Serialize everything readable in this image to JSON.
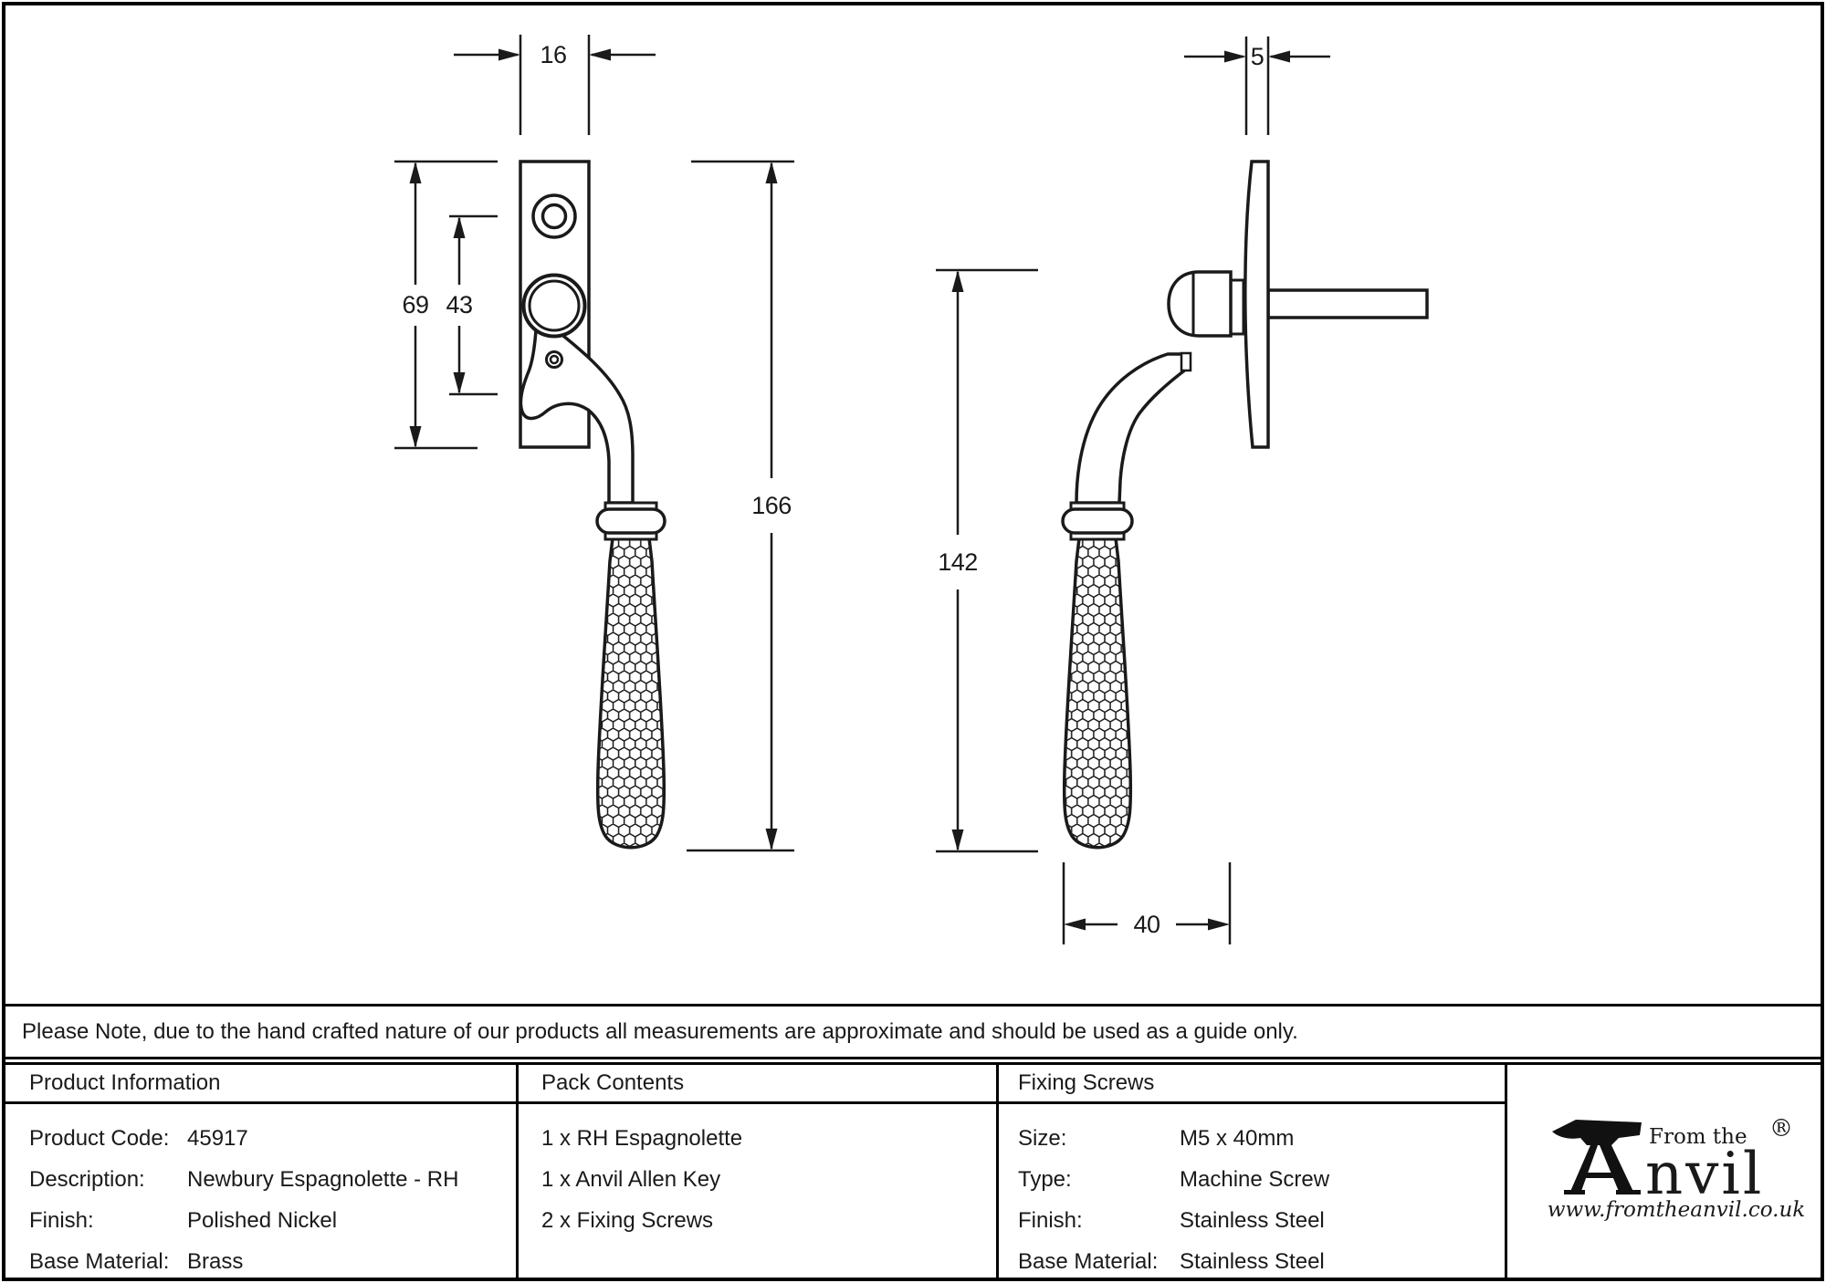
{
  "note": "Please Note, due to the hand crafted nature of our products all measurements are approximate and should be used as a guide only.",
  "dimensions": {
    "plate_width": "16",
    "plate_height": "69",
    "hole_spacing": "43",
    "total_height": "166",
    "plate_thickness": "5",
    "side_height": "142",
    "projection": "40"
  },
  "table": {
    "product_information": {
      "header": "Product Information",
      "rows": [
        {
          "label": "Product Code:",
          "value": "45917"
        },
        {
          "label": "Description:",
          "value": "Newbury Espagnolette - RH"
        },
        {
          "label": "Finish:",
          "value": "Polished Nickel"
        },
        {
          "label": "Base Material:",
          "value": "Brass"
        }
      ]
    },
    "pack_contents": {
      "header": "Pack Contents",
      "items": [
        "1 x RH Espagnolette",
        "1 x Anvil Allen Key",
        "2 x Fixing Screws"
      ]
    },
    "fixing_screws": {
      "header": "Fixing Screws",
      "rows": [
        {
          "label": "Size:",
          "value": "M5 x 40mm"
        },
        {
          "label": "Type:",
          "value": "Machine Screw"
        },
        {
          "label": "Finish:",
          "value": "Stainless Steel"
        },
        {
          "label": "Base Material:",
          "value": "Stainless Steel"
        }
      ]
    }
  },
  "logo": {
    "from_the": "From the",
    "brand_text": "nvil",
    "registered": "®",
    "url": "www.fromtheanvil.co.uk"
  },
  "colors": {
    "line": "#1a1a1a",
    "background": "#ffffff"
  }
}
